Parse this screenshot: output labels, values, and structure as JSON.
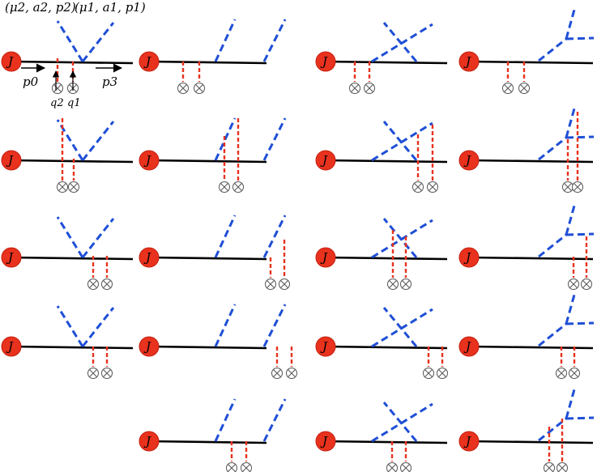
{
  "source_label": "J",
  "labels": {
    "vertex_left": "(μ2, a2, p2)",
    "vertex_right": "(μ1, a1, p1)",
    "p0": "p0",
    "p3": "p3",
    "q2": "q2",
    "q1": "q1"
  },
  "colors": {
    "source": "#e8321e",
    "line": "#000000",
    "gluon": "#1f4fd6",
    "glauber": "#e8321e"
  },
  "grid": {
    "rows": 5,
    "cols": 4,
    "missing": [
      "row5-col1"
    ]
  }
}
